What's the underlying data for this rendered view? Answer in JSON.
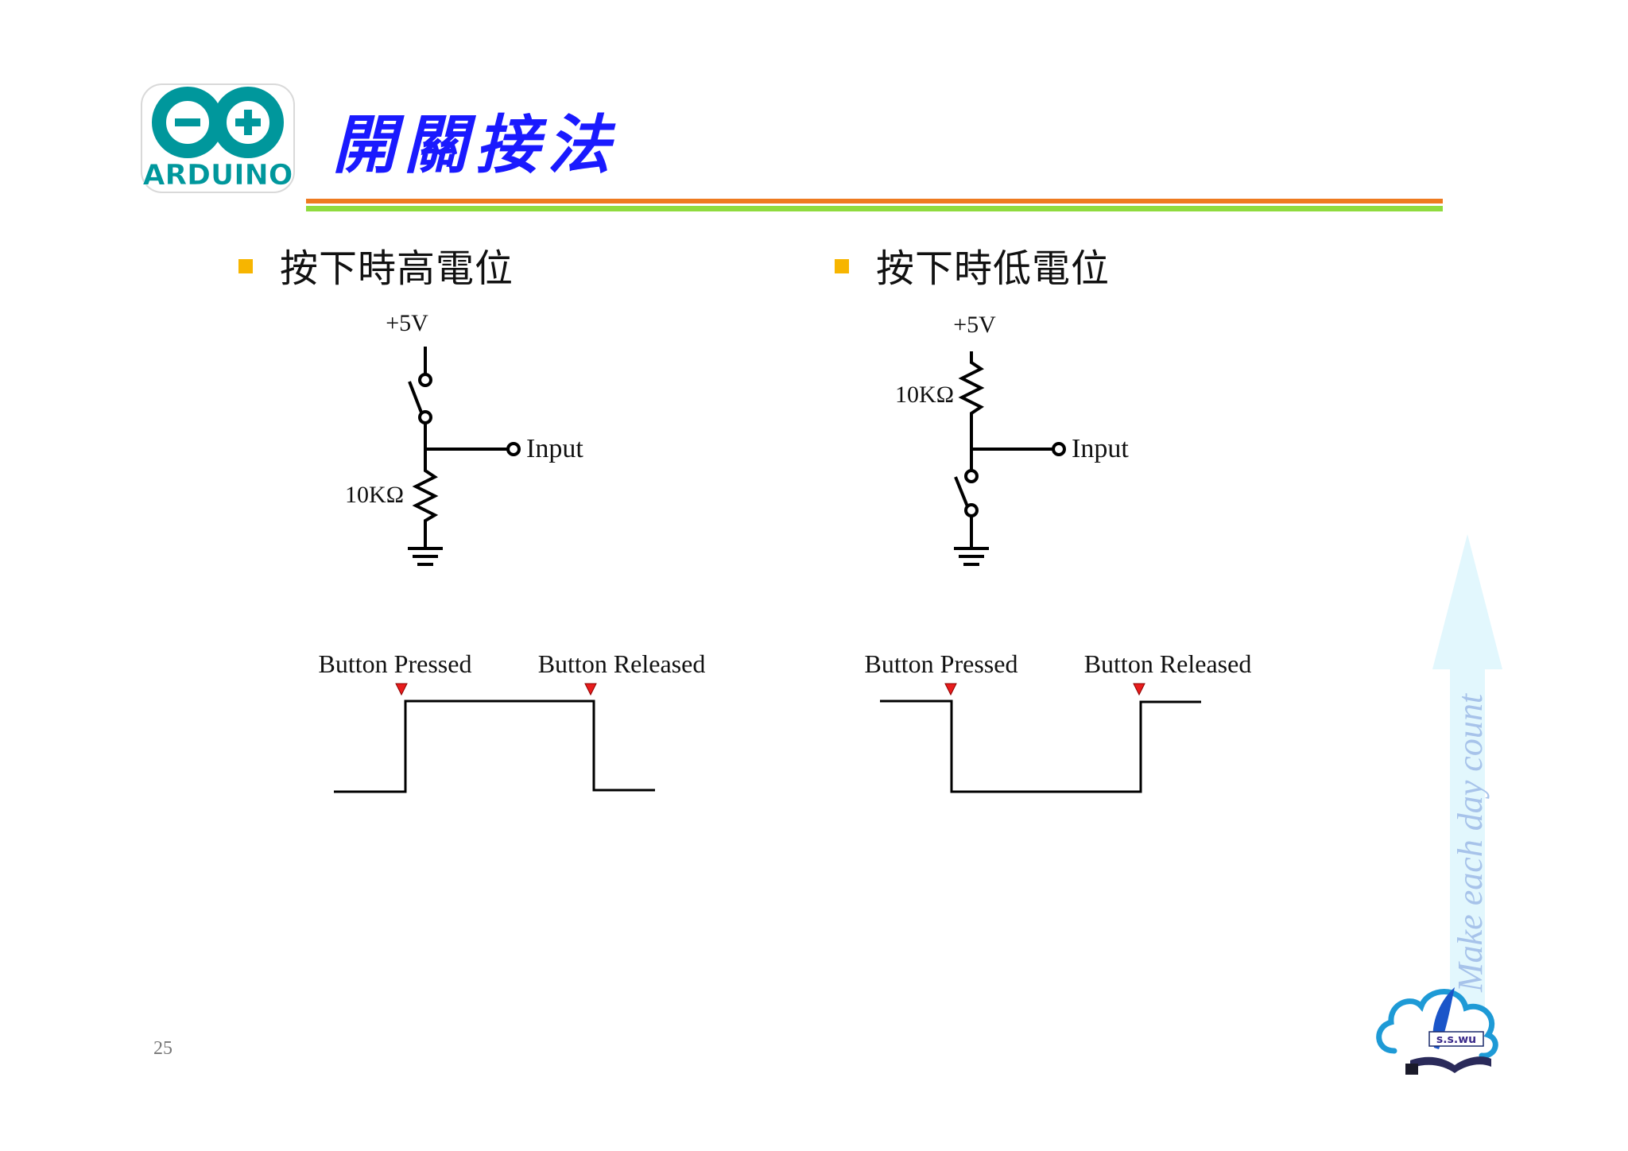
{
  "logo": {
    "text": "ARDUINO",
    "icon": "infinity-minus-plus-icon",
    "color": "#00979c"
  },
  "title": "開關接法",
  "sections": [
    {
      "heading": "按下時高電位",
      "supply": "+5V",
      "resistor": "10KΩ",
      "output": "Input",
      "pressed": "Button Pressed",
      "released": "Button Released"
    },
    {
      "heading": "按下時低電位",
      "supply": "+5V",
      "resistor": "10KΩ",
      "output": "Input",
      "pressed": "Button Pressed",
      "released": "Button Released"
    }
  ],
  "watermark": {
    "text": "Make each day count",
    "brand": "s.s.wu"
  },
  "page_number": "25",
  "colors": {
    "title": "#1a1aff",
    "bullet": "#f7b500",
    "rule_orange": "#ee7a1f",
    "rule_green": "#8fdb3e",
    "marker": "#e81c1c"
  }
}
